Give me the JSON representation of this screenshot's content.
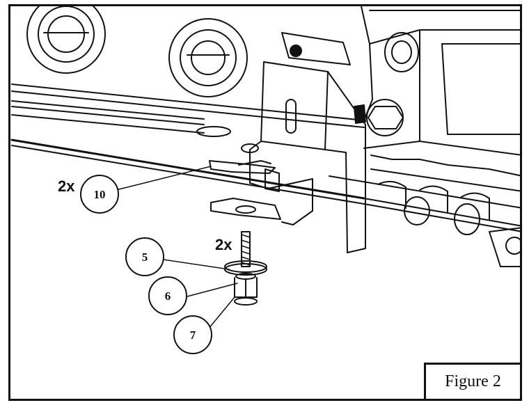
{
  "figure": {
    "caption": "Figure 2"
  },
  "callouts": [
    {
      "number": "10",
      "quantity": "2x"
    },
    {
      "number": "5",
      "quantity": "2x"
    },
    {
      "number": "6",
      "quantity": ""
    },
    {
      "number": "7",
      "quantity": ""
    }
  ]
}
